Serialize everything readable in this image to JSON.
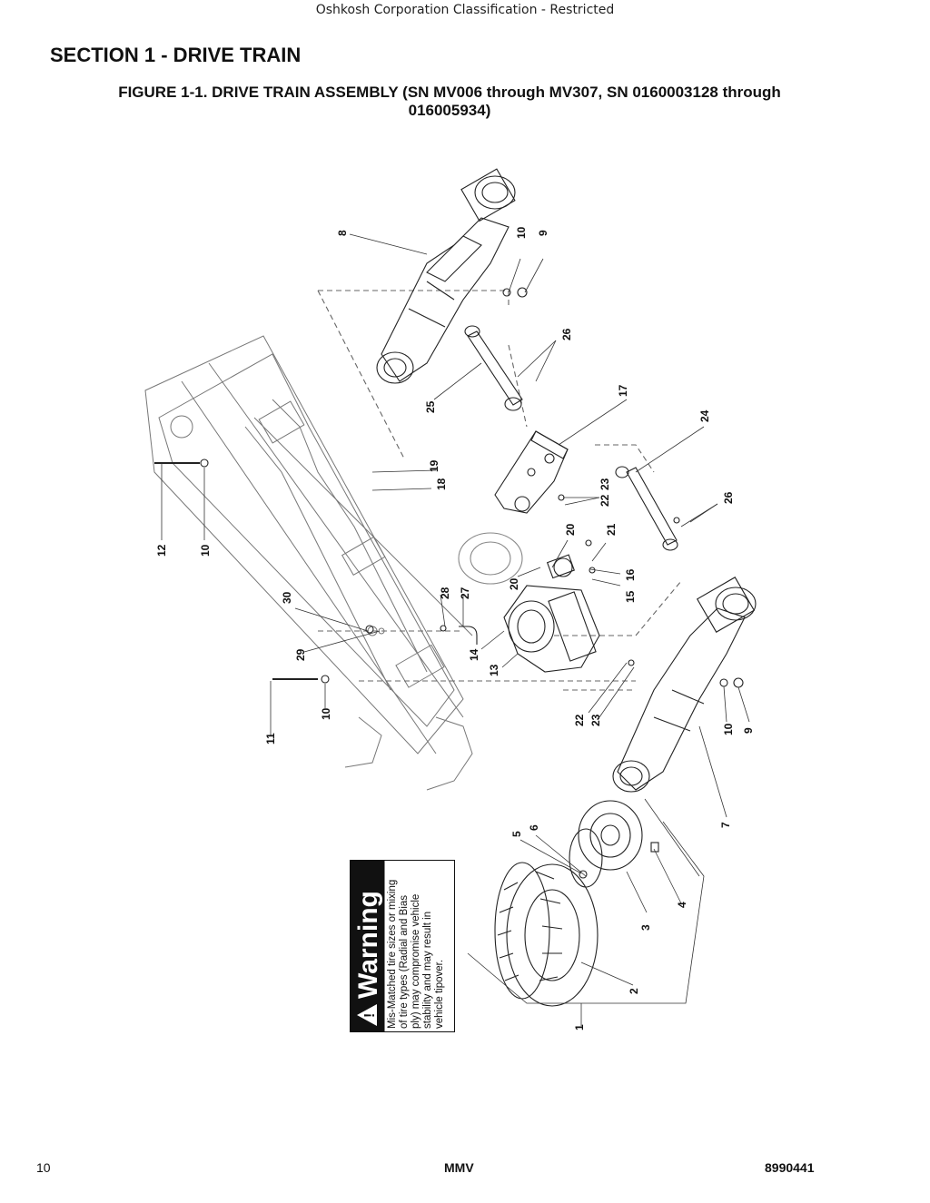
{
  "header": {
    "classification": "Oshkosh Corporation Classification - Restricted",
    "section_title": "SECTION 1 - DRIVE TRAIN",
    "figure_title_line1": "FIGURE 1-1. DRIVE TRAIN ASSEMBLY (SN MV006 through MV307, SN 0160003128 through",
    "figure_title_line2": "016005934)"
  },
  "callouts": {
    "c1": "1",
    "c2": "2",
    "c3": "3",
    "c4": "4",
    "c5": "5",
    "c6": "6",
    "c7": "7",
    "c8": "8",
    "c9a": "9",
    "c9b": "9",
    "c10a": "10",
    "c10b": "10",
    "c10c": "10",
    "c10d": "10",
    "c11": "11",
    "c12": "12",
    "c13": "13",
    "c14": "14",
    "c15": "15",
    "c16": "16",
    "c17": "17",
    "c18": "18",
    "c19": "19",
    "c20a": "20",
    "c20b": "20",
    "c21": "21",
    "c22a": "22",
    "c23a": "23",
    "c22b": "22",
    "c23b": "23",
    "c24": "24",
    "c25": "25",
    "c26a": "26",
    "c26b": "26",
    "c27": "27",
    "c28": "28",
    "c29": "29",
    "c30": "30"
  },
  "warning": {
    "heading": "Warning",
    "line1": "Mis-Matched tire sizes or mixing",
    "line2": "of tire types (Radial and Bias",
    "line3": "ply) may compromise vehicle",
    "line4": "stability and may result in",
    "line5": "vehicle tipover."
  },
  "footer": {
    "page_number": "10",
    "model": "MMV",
    "part_number": "8990441"
  }
}
